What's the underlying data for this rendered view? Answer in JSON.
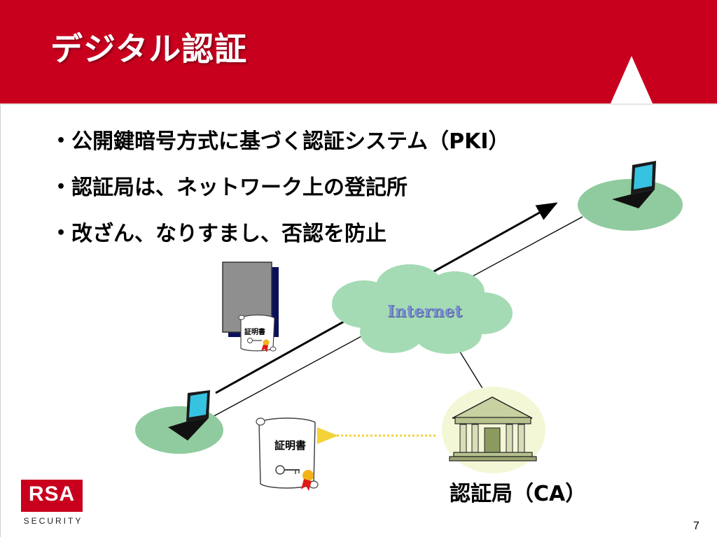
{
  "slide": {
    "title": "デジタル認証",
    "bullets": [
      "公開鍵暗号方式に基づく認証システム（PKI）",
      "認証局は、ネットワーク上の登記所",
      "改ざん、なりすまし、否認を防止"
    ],
    "page_number": "7"
  },
  "diagram": {
    "cloud_label": "Internet",
    "ca_label": "認証局（CA）",
    "certificate_small_label": "証明書",
    "certificate_large_label": "証明書"
  },
  "logo": {
    "name": "RSA",
    "subtitle": "SECURITY"
  },
  "colors": {
    "header": "#c8001e",
    "ellipse": "#8fcb9e",
    "cloud": "#a4dbb4",
    "arrow_dotted": "#f4d23a",
    "screen": "#36c3e2"
  }
}
